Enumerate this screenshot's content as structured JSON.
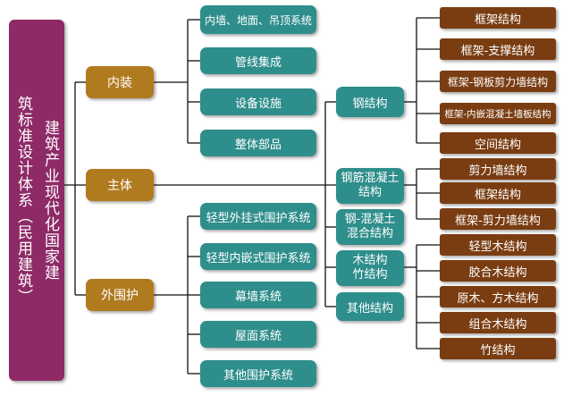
{
  "root": {
    "col1": "建筑产业现代化国家建",
    "col2": "筑标准设计体系（民用建筑）"
  },
  "categories": {
    "interior": "内装",
    "main": "主体",
    "envelope": "外围护"
  },
  "interior_items": [
    "内墙、地面、吊顶系统",
    "管线集成",
    "设备设施",
    "整体部品"
  ],
  "envelope_items": [
    "轻型外挂式围护系统",
    "轻型内嵌式围护系统",
    "幕墙系统",
    "屋面系统",
    "其他围护系统"
  ],
  "structure_types": {
    "steel": "钢结构",
    "rc_l1": "钢筋混凝土",
    "rc_l2": "结构",
    "sc_l1": "钢-混凝土",
    "sc_l2": "混合结构",
    "wood_l1": "木结构",
    "wood_l2": "竹结构",
    "other": "其他结构"
  },
  "steel_subtypes": [
    "框架结构",
    "框架-支撑结构",
    "框架-钢板剪力墙结构",
    "框架-内嵌混凝土墙板结构",
    "空间结构"
  ],
  "rc_subtypes": [
    "剪力墙结构",
    "框架结构",
    "框架-剪力墙结构"
  ],
  "wood_subtypes": [
    "轻型木结构",
    "胶合木结构",
    "原木、方木结构",
    "组合木结构",
    "竹结构"
  ],
  "colors": {
    "root": "#8e2a66",
    "category": "#b07a1f",
    "teal": "#2e8e8b",
    "brown": "#7a3d12",
    "line": "#111111"
  }
}
